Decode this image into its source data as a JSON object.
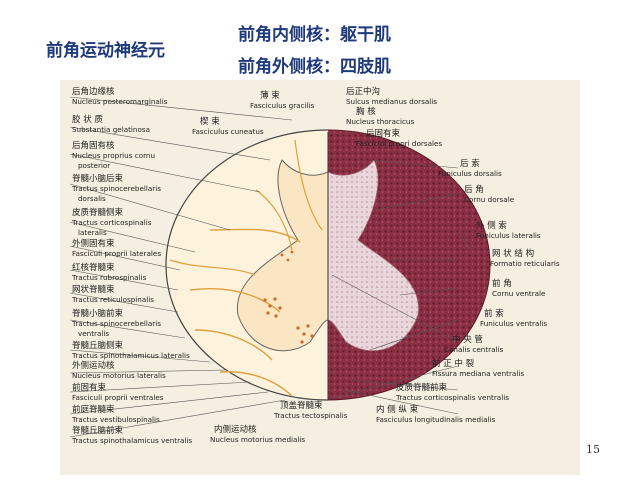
{
  "slide": {
    "title": "前角运动神经元",
    "subtitle_1": "前角内侧核：躯干肌",
    "subtitle_2": "前角外侧核：四肢肌",
    "page_number": "15"
  },
  "figure": {
    "left_labels": [
      {
        "zh": "后角边缘核",
        "la": "Nucleus posteromarginalis"
      },
      {
        "zh": "胶  状  质",
        "la": "Substantia gelatinosa"
      },
      {
        "zh": "后角固有核",
        "la": "Nucleus proprius cornu",
        "la2": "posterior"
      },
      {
        "zh": "脊髓小脑后束",
        "la": "Tractus spinocerebellaris",
        "la2": "dorsalis"
      },
      {
        "zh": "皮质脊髓侧束",
        "la": "Tractus corticospinalis",
        "la2": "lateralis"
      },
      {
        "zh": "外侧固有束",
        "la": "Fasciculi proprii laterales"
      },
      {
        "zh": "红核脊髓束",
        "la": "Tractus rubrospinalis"
      },
      {
        "zh": "网状脊髓束",
        "la": "Tractus reticulospinalis"
      },
      {
        "zh": "脊髓小脑前束",
        "la": "Tractus spinocerebellaris",
        "la2": "ventralis"
      },
      {
        "zh": "脊髓丘脑侧束",
        "la": "Tractus spinothalamicus lateralis"
      },
      {
        "zh": "外侧运动核",
        "la": "Nucleus motorius lateralis"
      },
      {
        "zh": "前固有束",
        "la": "Fasciculi proprii ventrales"
      },
      {
        "zh": "前庭脊髓束",
        "la": "Tractus vestibulospinalis"
      },
      {
        "zh": "脊髓丘脑前束",
        "la": "Tractus spinothalamicus ventralis"
      }
    ],
    "top_labels": {
      "cuneatus": {
        "zh": "楔  束",
        "la": "Fasciculus cuneatus"
      },
      "gracilis": {
        "zh": "薄  束",
        "la": "Fasciculus gracilis"
      },
      "sulcus": {
        "zh": "后正中沟",
        "la": "Sulcus medianus dorsalis"
      },
      "thoracicus": {
        "zh": "胸  核",
        "la": "Nucleus thoracicus"
      },
      "proprii_dorsales": {
        "zh": "后固有束",
        "la": "Fasciculi propri dorsales"
      }
    },
    "right_labels": [
      {
        "zh": "后  索",
        "la": "Funiculus dorsalis"
      },
      {
        "zh": "后  角",
        "la": "Cornu dorsale"
      },
      {
        "zh": "外  侧  索",
        "la": "Funiculus lateralis"
      },
      {
        "zh": "网 状 结 构",
        "la": "Formatio reticularis"
      },
      {
        "zh": "前  角",
        "la": "Cornu ventrale"
      },
      {
        "zh": "前  索",
        "la": "Funiculus ventralis"
      },
      {
        "zh": "中  央  管",
        "la": "Canalis centralis"
      },
      {
        "zh": "前 正 中 裂",
        "la": "Fissura mediana ventralis"
      },
      {
        "zh": "皮质脊髓前束",
        "la": "Tractus corticospinalis ventralis"
      },
      {
        "zh": "内 侧 纵 束",
        "la": "Fasciculus longitudinalis medialis"
      }
    ],
    "bottom_labels": {
      "medial_motor": {
        "zh": "内侧运动核",
        "la": "Nucleus motorius medialis"
      },
      "tectospinal": {
        "zh": "顶盖脊髓束",
        "la": "Tractus tectospinalis"
      }
    }
  },
  "colors": {
    "title_blue": "#1f3a7a",
    "plate_bg": "#f4efe0",
    "tract_orange": "#e0a03a",
    "gray_matter": "#fbe6c4",
    "stain_dark": "#7a2a3a",
    "stain_light": "#efe0e4"
  }
}
